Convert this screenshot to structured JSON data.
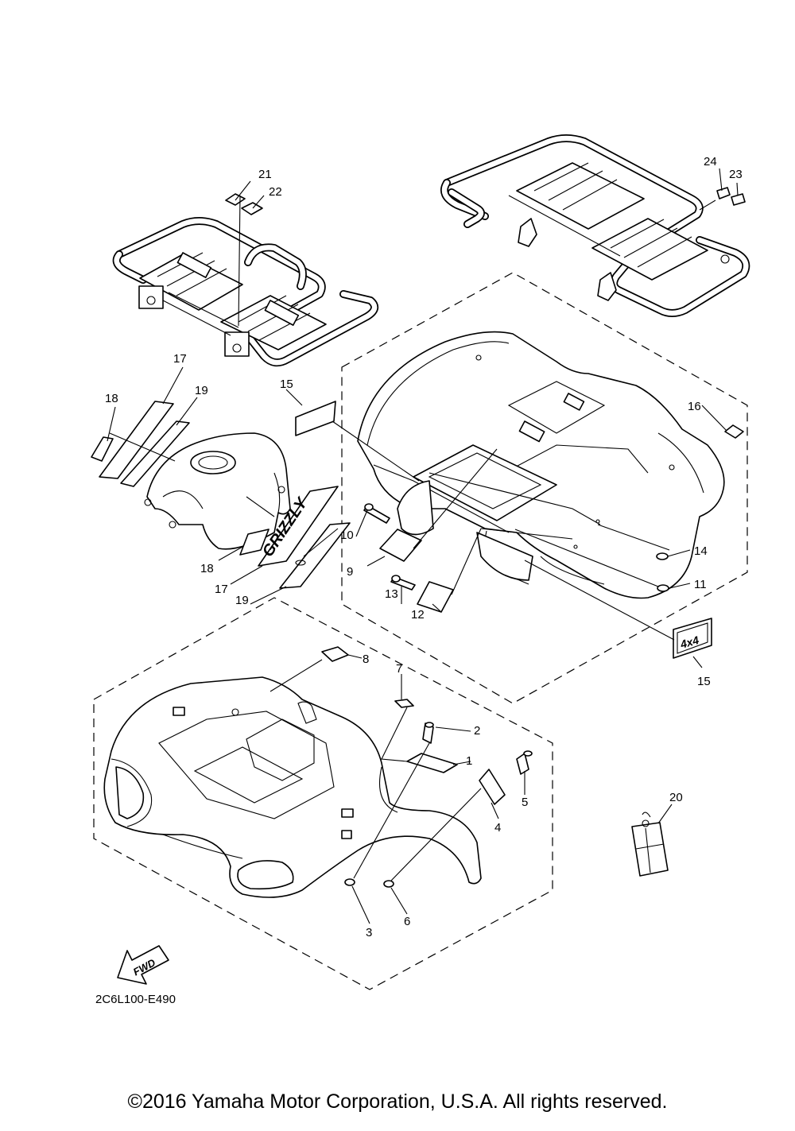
{
  "diagram_code": "2C6L100-E490",
  "fwd_label": "FWD",
  "copyright": "©2016 Yamaha Motor Corporation, U.S.A. All rights reserved.",
  "decals": {
    "grizzly": "GRIZZLY",
    "badge": "4x4"
  },
  "callouts": {
    "c1": "1",
    "c2": "2",
    "c3": "3",
    "c4": "4",
    "c5": "5",
    "c6": "6",
    "c7": "7",
    "c8": "8",
    "c9": "9",
    "c10": "10",
    "c11": "11",
    "c12": "12",
    "c13": "13",
    "c14": "14",
    "c15a": "15",
    "c15b": "15",
    "c16": "16",
    "c17a": "17",
    "c17b": "17",
    "c18a": "18",
    "c18b": "18",
    "c19a": "19",
    "c19b": "19",
    "c20": "20",
    "c21": "21",
    "c22": "22",
    "c23": "23",
    "c24": "24"
  }
}
